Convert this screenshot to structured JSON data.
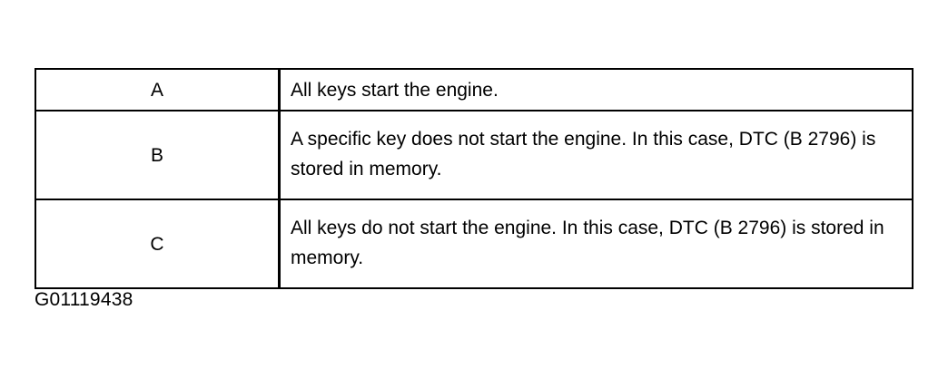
{
  "table": {
    "rows": [
      {
        "key": "A",
        "description": "All keys start the engine."
      },
      {
        "key": "B",
        "description": "A specific key does not start the engine. In this case, DTC (B 2796) is stored in memory."
      },
      {
        "key": "C",
        "description": "All keys do not start the engine. In this case, DTC (B 2796) is stored in memory."
      }
    ]
  },
  "figure_code": "G01119438"
}
